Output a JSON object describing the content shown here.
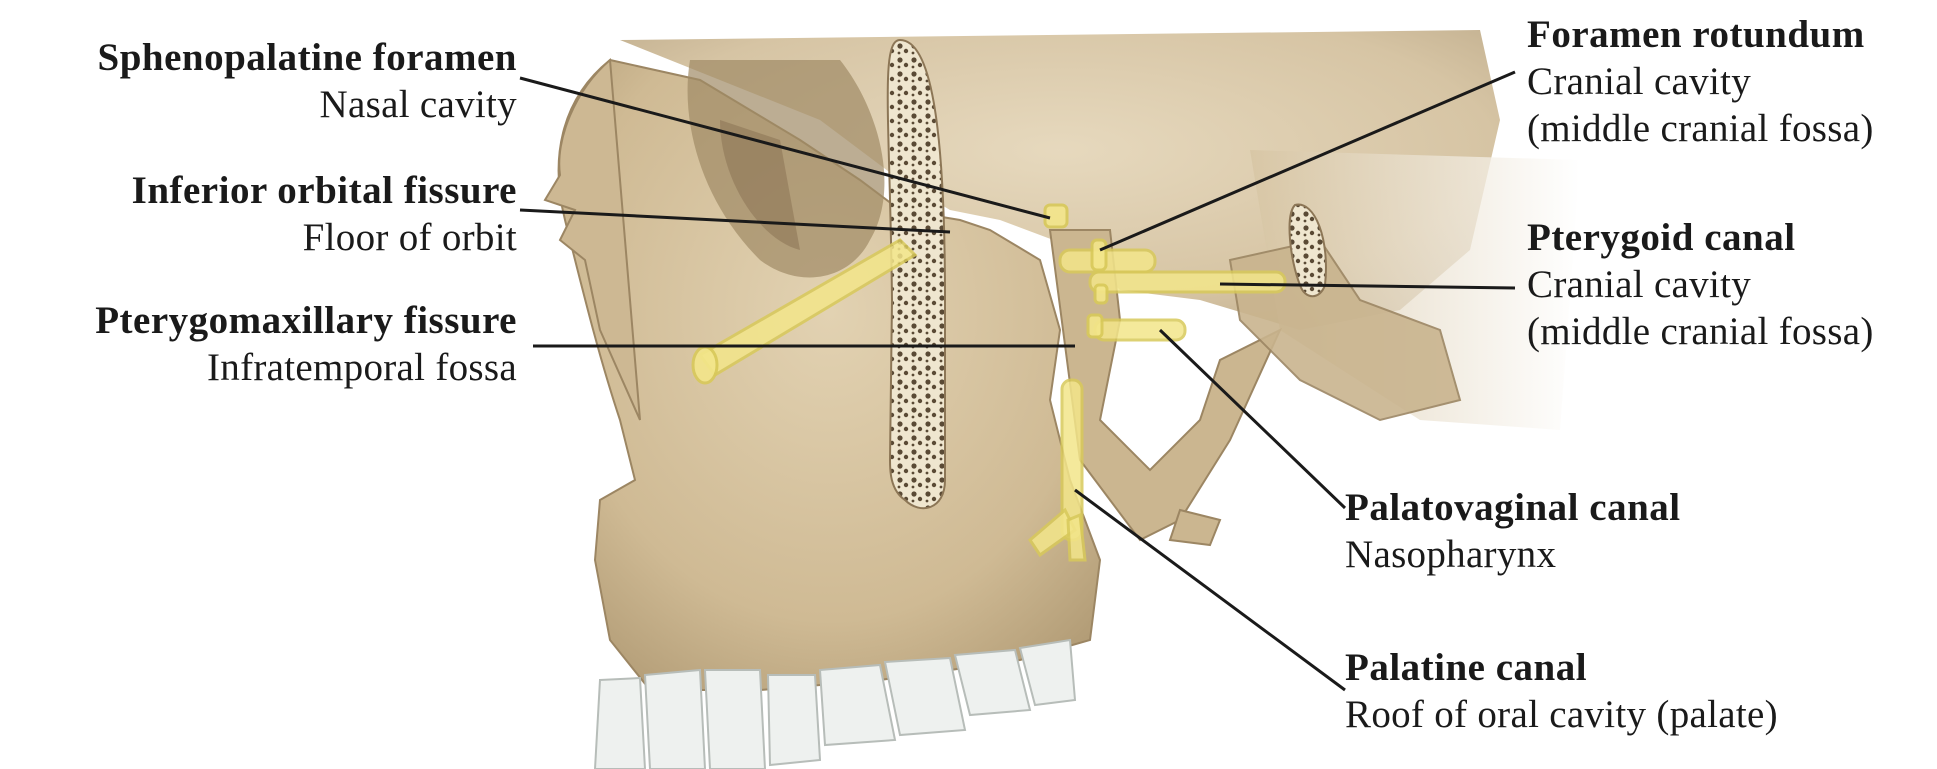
{
  "labels": {
    "sphenopalatine": {
      "title": "Sphenopalatine foramen",
      "sub": "Nasal cavity"
    },
    "inferior_orbital": {
      "title": "Inferior orbital fissure",
      "sub": "Floor of orbit"
    },
    "pterygomaxillary": {
      "title": "Pterygomaxillary fissure",
      "sub": "Infratemporal fossa"
    },
    "foramen_rotundum": {
      "title": "Foramen rotundum",
      "sub1": "Cranial cavity",
      "sub2": "(middle cranial fossa)"
    },
    "pterygoid_canal": {
      "title": "Pterygoid canal",
      "sub1": "Cranial cavity",
      "sub2": "(middle cranial fossa)"
    },
    "palatovaginal": {
      "title": "Palatovaginal canal",
      "sub": "Nasopharynx"
    },
    "palatine_canal": {
      "title": "Palatine canal",
      "sub": "Roof of oral cavity (palate)"
    }
  },
  "colors": {
    "bone": "#d9c7a5",
    "bone_shadow": "#b8a27c",
    "bone_dark": "#8f7a58",
    "canal": "#f3e68a",
    "canal_stroke": "#d8c95a",
    "teeth": "#eef1ef",
    "leader": "#1a1a1a"
  }
}
